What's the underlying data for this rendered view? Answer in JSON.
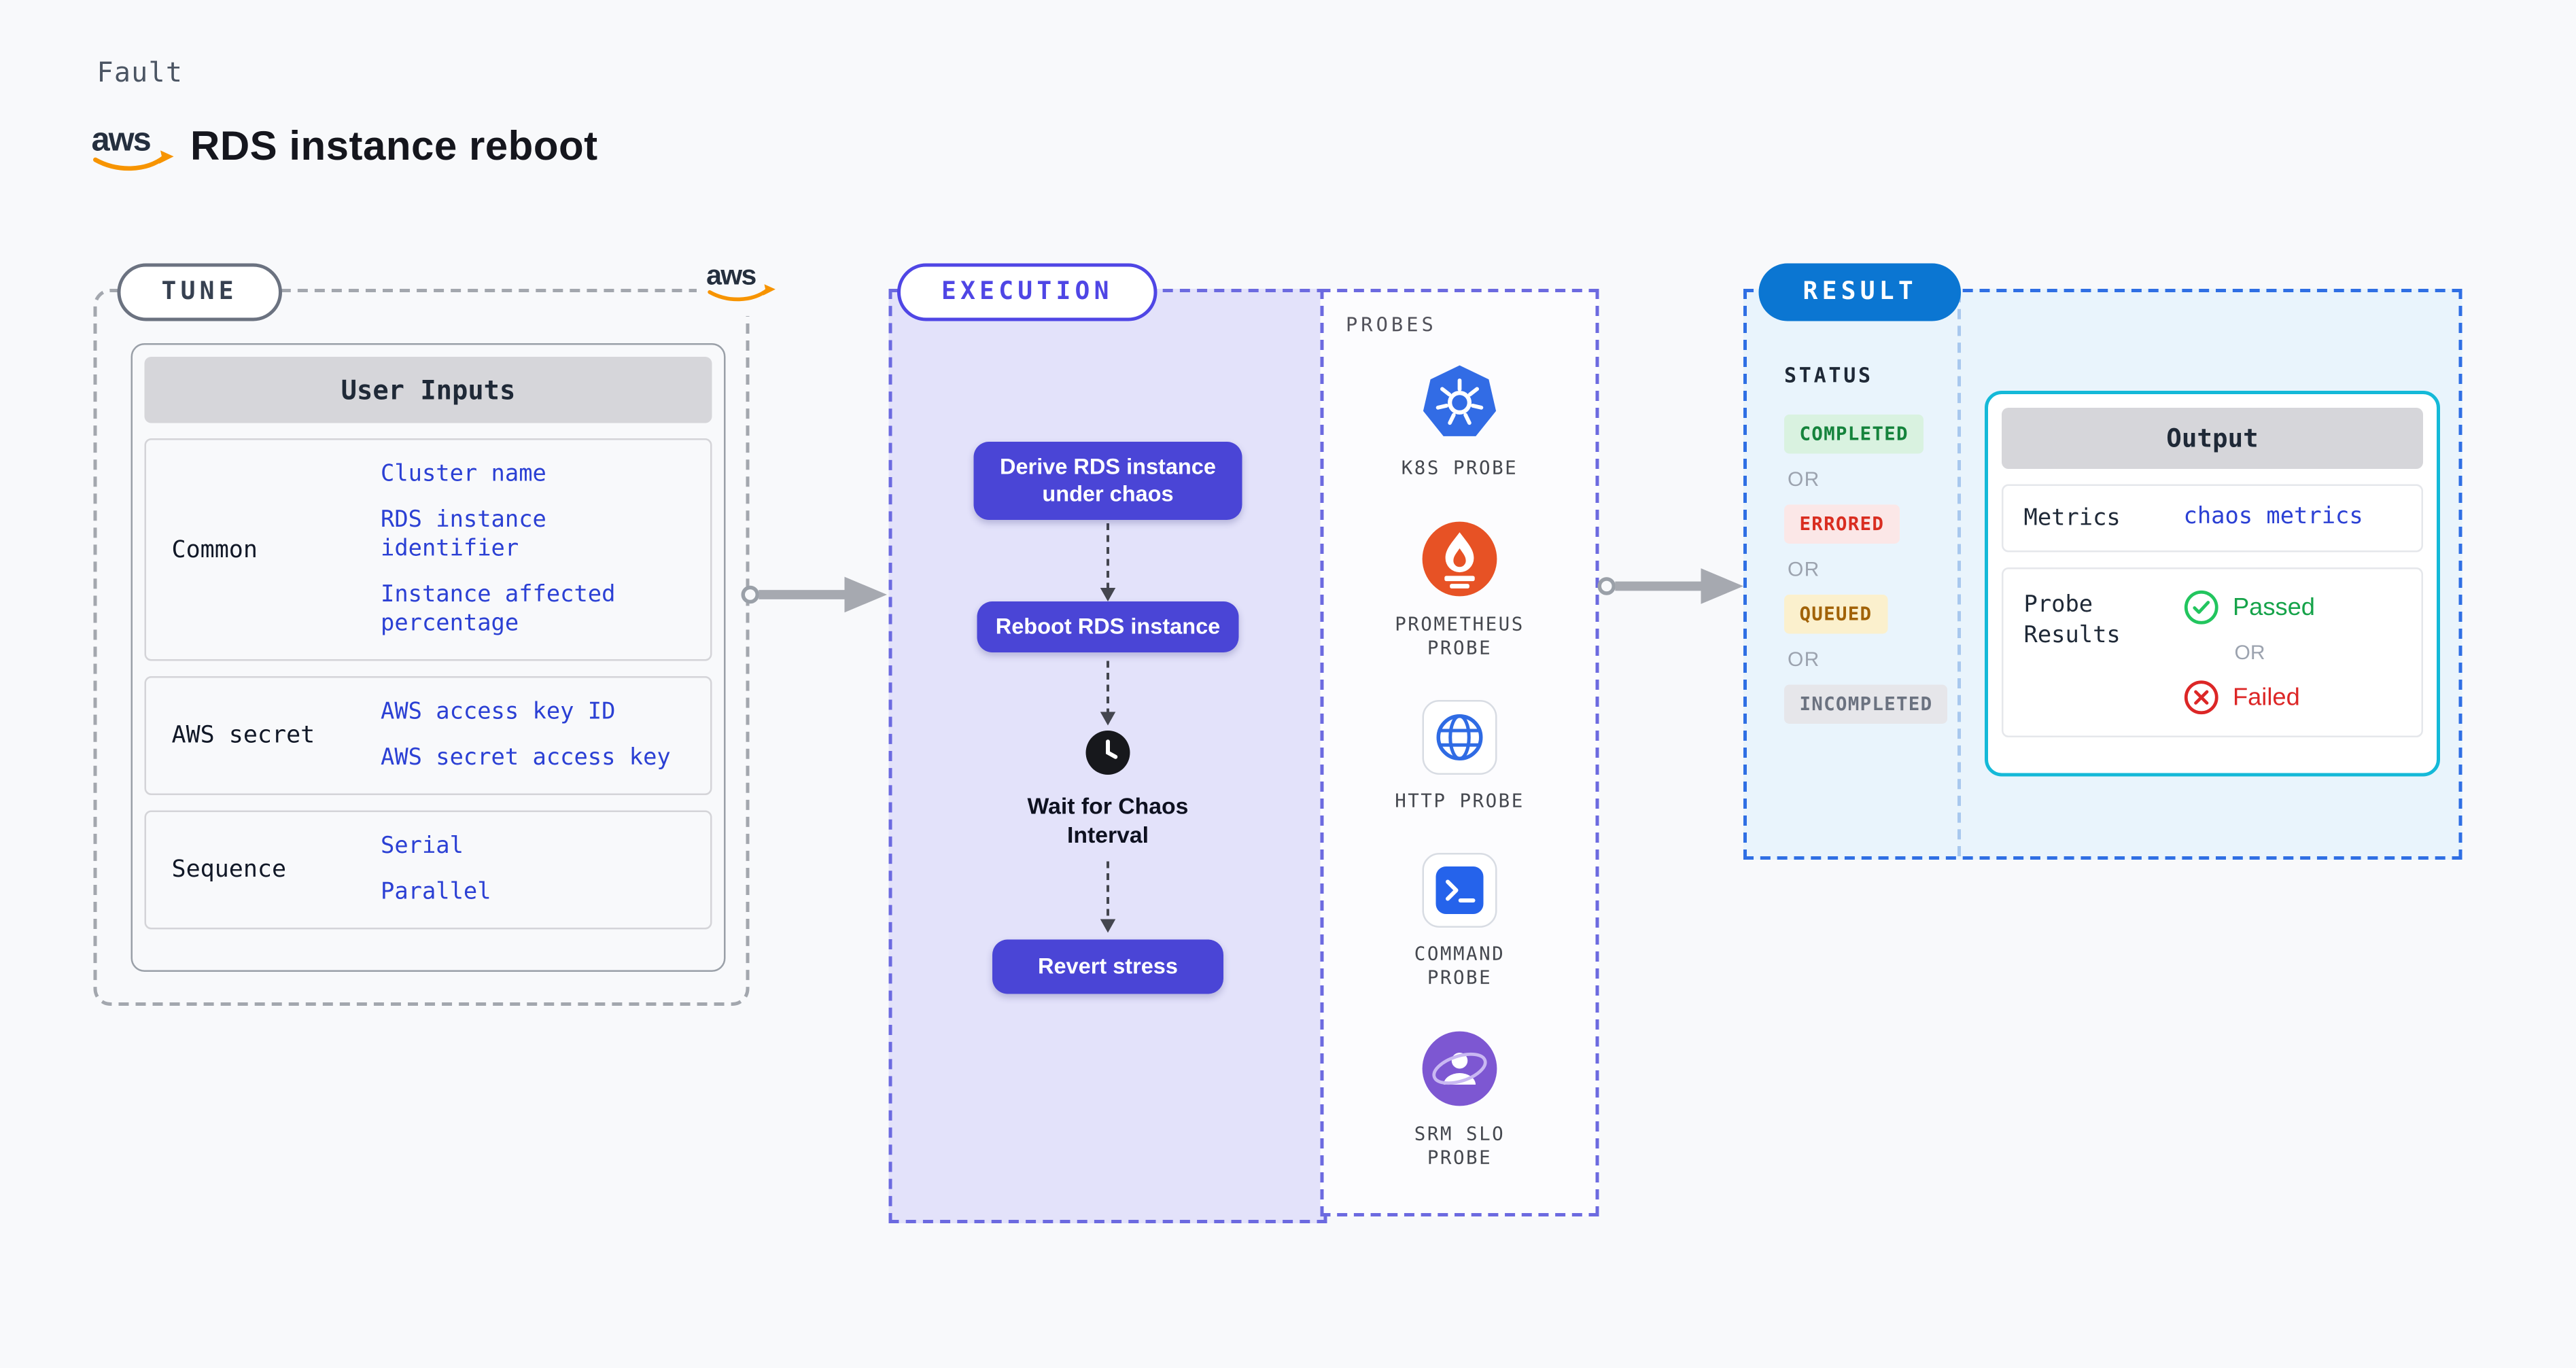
{
  "header": {
    "kicker": "Fault",
    "title": "RDS instance reboot"
  },
  "tune": {
    "pill": "TUNE",
    "user_inputs": {
      "header": "User Inputs",
      "rows": [
        {
          "name": "Common",
          "values": [
            "Cluster name",
            "RDS instance identifier",
            "Instance affected percentage"
          ]
        },
        {
          "name": "AWS secret",
          "values": [
            "AWS access key ID",
            "AWS secret access key"
          ]
        },
        {
          "name": "Sequence",
          "values": [
            "Serial",
            "Parallel"
          ]
        }
      ]
    }
  },
  "execution": {
    "pill": "EXECUTION",
    "steps": {
      "derive": "Derive RDS instance under chaos",
      "reboot": "Reboot RDS instance",
      "wait": "Wait for Chaos Interval",
      "revert": "Revert stress"
    },
    "probes": {
      "title": "PROBES",
      "items": [
        {
          "icon": "k8s-probe-icon",
          "label": "K8S PROBE"
        },
        {
          "icon": "prometheus-probe-icon",
          "label": "PROMETHEUS PROBE"
        },
        {
          "icon": "http-probe-icon",
          "label": "HTTP PROBE"
        },
        {
          "icon": "command-probe-icon",
          "label": "COMMAND PROBE"
        },
        {
          "icon": "srm-slo-probe-icon",
          "label": "SRM SLO PROBE"
        }
      ]
    }
  },
  "result": {
    "pill": "RESULT",
    "status": {
      "title": "STATUS",
      "or": "OR",
      "badges": [
        {
          "label": "COMPLETED",
          "kind": "success"
        },
        {
          "label": "ERRORED",
          "kind": "error"
        },
        {
          "label": "QUEUED",
          "kind": "warning"
        },
        {
          "label": "INCOMPLETED",
          "kind": "neutral"
        }
      ]
    },
    "output": {
      "header": "Output",
      "metrics_label": "Metrics",
      "metrics_link": "chaos metrics",
      "probe_results_label": "Probe Results",
      "passed": "Passed",
      "or": "OR",
      "failed": "Failed"
    }
  },
  "colors": {
    "page_bg": "#f8f9fb",
    "indigo_button": "#4a45d6",
    "execution_fill": "#e3e2fa",
    "execution_dash": "#6c6ae0",
    "result_dash": "#2f6fe4",
    "result_fill": "#e9f4fc",
    "result_pill": "#0b76d2",
    "output_border": "#14b9d8",
    "link_blue": "#2b40d4",
    "success_green": "#16a34a",
    "error_red": "#dc2626",
    "warning_amber": "#a16207",
    "rocket_pink": "#ee4c9c",
    "arrow_gray": "#a6a9b0",
    "aws_orange": "#f79400",
    "k8s_blue": "#326ce5",
    "prometheus_orange": "#e75225",
    "srm_purple": "#7d57d2"
  }
}
